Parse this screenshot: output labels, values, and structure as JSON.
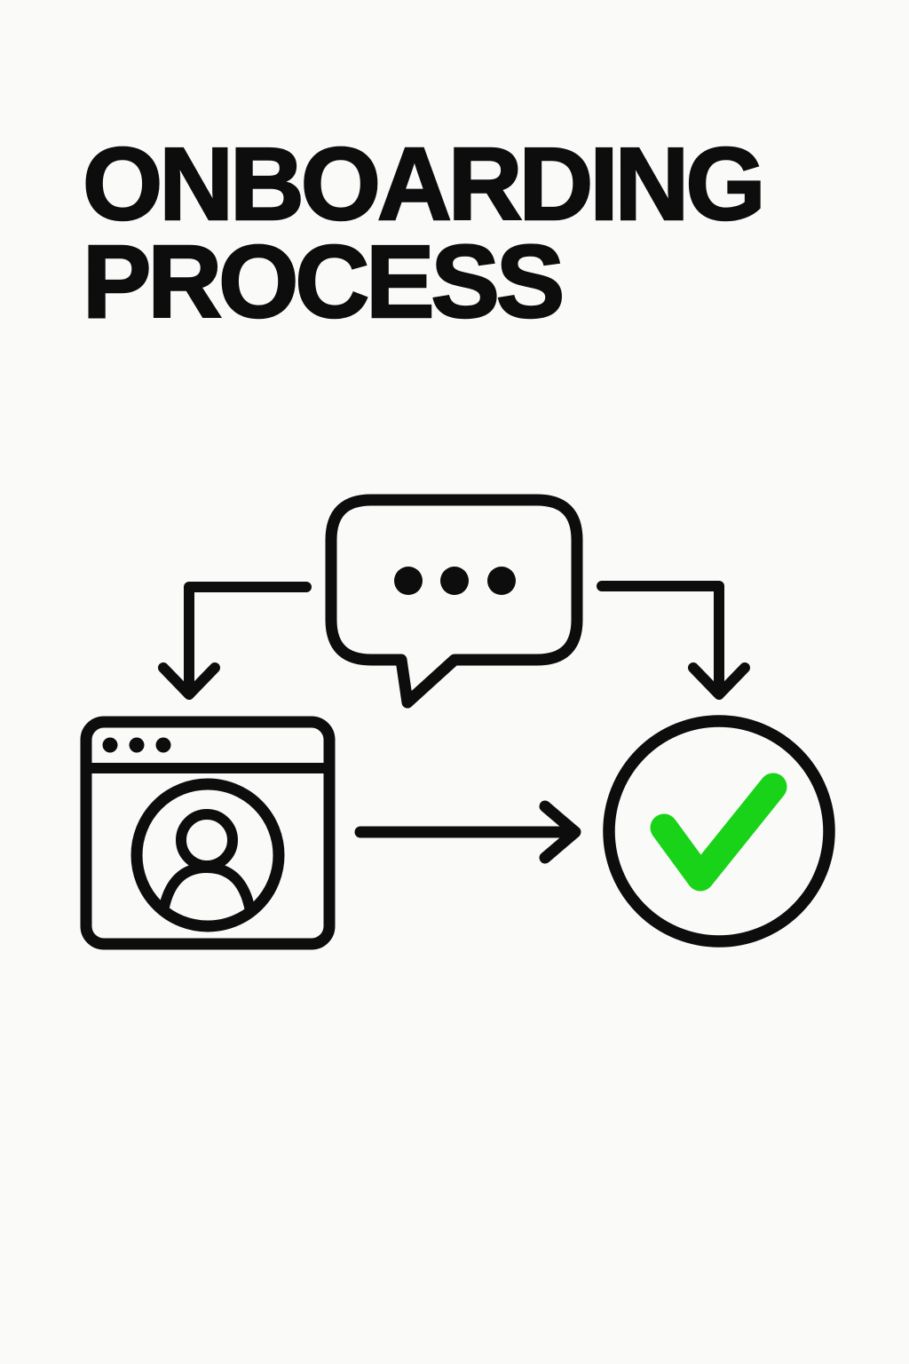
{
  "title": {
    "line1": "ONBOARDING",
    "line2": "PROCESS"
  },
  "colors": {
    "background": "#fafaf8",
    "ink": "#0d0d0d",
    "check_green": "#19d319"
  },
  "diagram": {
    "nodes": [
      {
        "id": "chat",
        "icon": "speech-bubble-icon",
        "label_visible": false
      },
      {
        "id": "profile",
        "icon": "browser-profile-icon",
        "label_visible": false
      },
      {
        "id": "done",
        "icon": "check-circle-icon",
        "label_visible": false
      }
    ],
    "connections": [
      {
        "from": "chat",
        "to": "profile",
        "style": "elbow-arrow-down-left"
      },
      {
        "from": "chat",
        "to": "done",
        "style": "elbow-arrow-down-right"
      },
      {
        "from": "profile",
        "to": "done",
        "style": "straight-arrow-right"
      }
    ]
  }
}
